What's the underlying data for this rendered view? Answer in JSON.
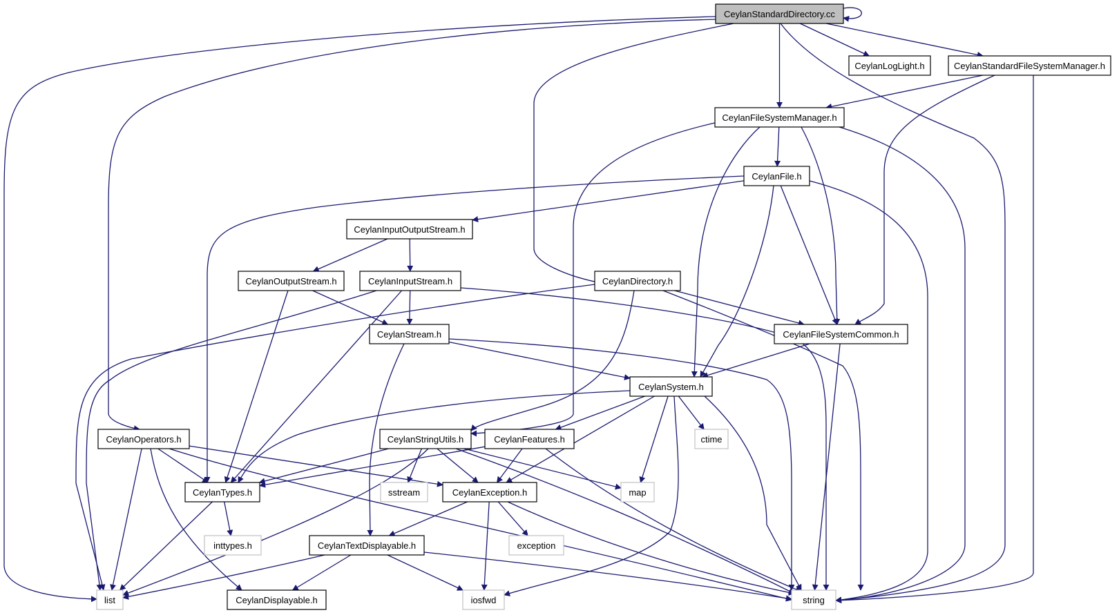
{
  "colors": {
    "edge": "#191970",
    "node_border": "#000000",
    "system_header_border": "#c0c0c0",
    "root_fill": "#bfbfbf",
    "background": "#ffffff"
  },
  "nodes": [
    {
      "id": "root",
      "label": "CeylanStandardDirectory.cc",
      "kind": "root"
    },
    {
      "id": "loglight",
      "label": "CeylanLogLight.h",
      "kind": "project"
    },
    {
      "id": "sfsm",
      "label": "CeylanStandardFileSystemManager.h",
      "kind": "project"
    },
    {
      "id": "fsm",
      "label": "CeylanFileSystemManager.h",
      "kind": "project"
    },
    {
      "id": "file",
      "label": "CeylanFile.h",
      "kind": "project"
    },
    {
      "id": "ios",
      "label": "CeylanInputOutputStream.h",
      "kind": "project"
    },
    {
      "id": "ostream",
      "label": "CeylanOutputStream.h",
      "kind": "project"
    },
    {
      "id": "istream",
      "label": "CeylanInputStream.h",
      "kind": "project"
    },
    {
      "id": "dir",
      "label": "CeylanDirectory.h",
      "kind": "project"
    },
    {
      "id": "stream",
      "label": "CeylanStream.h",
      "kind": "project"
    },
    {
      "id": "fscommon",
      "label": "CeylanFileSystemCommon.h",
      "kind": "project"
    },
    {
      "id": "system",
      "label": "CeylanSystem.h",
      "kind": "project"
    },
    {
      "id": "ops",
      "label": "CeylanOperators.h",
      "kind": "project"
    },
    {
      "id": "strutils",
      "label": "CeylanStringUtils.h",
      "kind": "project"
    },
    {
      "id": "features",
      "label": "CeylanFeatures.h",
      "kind": "project"
    },
    {
      "id": "ctime",
      "label": "ctime",
      "kind": "system"
    },
    {
      "id": "types",
      "label": "CeylanTypes.h",
      "kind": "project"
    },
    {
      "id": "sstream",
      "label": "sstream",
      "kind": "system"
    },
    {
      "id": "exception_h",
      "label": "CeylanException.h",
      "kind": "project"
    },
    {
      "id": "map",
      "label": "map",
      "kind": "system"
    },
    {
      "id": "inttypes",
      "label": "inttypes.h",
      "kind": "system"
    },
    {
      "id": "textdisp",
      "label": "CeylanTextDisplayable.h",
      "kind": "project"
    },
    {
      "id": "exception",
      "label": "exception",
      "kind": "system"
    },
    {
      "id": "list",
      "label": "list",
      "kind": "system"
    },
    {
      "id": "displayable",
      "label": "CeylanDisplayable.h",
      "kind": "project"
    },
    {
      "id": "iosfwd",
      "label": "iosfwd",
      "kind": "system"
    },
    {
      "id": "string",
      "label": "string",
      "kind": "system"
    }
  ],
  "edges": [
    [
      "root",
      "root"
    ],
    [
      "root",
      "loglight"
    ],
    [
      "root",
      "sfsm"
    ],
    [
      "root",
      "fsm"
    ],
    [
      "root",
      "dir"
    ],
    [
      "root",
      "ops"
    ],
    [
      "root",
      "list"
    ],
    [
      "root",
      "string"
    ],
    [
      "sfsm",
      "fsm"
    ],
    [
      "sfsm",
      "fscommon"
    ],
    [
      "sfsm",
      "string"
    ],
    [
      "fsm",
      "file"
    ],
    [
      "fsm",
      "fscommon"
    ],
    [
      "fsm",
      "system"
    ],
    [
      "fsm",
      "strutils"
    ],
    [
      "fsm",
      "string"
    ],
    [
      "file",
      "ios"
    ],
    [
      "file",
      "types"
    ],
    [
      "file",
      "fscommon"
    ],
    [
      "file",
      "system"
    ],
    [
      "file",
      "string"
    ],
    [
      "ios",
      "ostream"
    ],
    [
      "ios",
      "istream"
    ],
    [
      "ostream",
      "stream"
    ],
    [
      "ostream",
      "types"
    ],
    [
      "istream",
      "stream"
    ],
    [
      "istream",
      "types"
    ],
    [
      "istream",
      "list"
    ],
    [
      "istream",
      "string"
    ],
    [
      "dir",
      "fscommon"
    ],
    [
      "dir",
      "strutils"
    ],
    [
      "dir",
      "list"
    ],
    [
      "dir",
      "string"
    ],
    [
      "stream",
      "system"
    ],
    [
      "stream",
      "textdisp"
    ],
    [
      "stream",
      "string"
    ],
    [
      "fscommon",
      "system"
    ],
    [
      "fscommon",
      "string"
    ],
    [
      "system",
      "features"
    ],
    [
      "system",
      "types"
    ],
    [
      "system",
      "exception_h"
    ],
    [
      "system",
      "ctime"
    ],
    [
      "system",
      "map"
    ],
    [
      "system",
      "iosfwd"
    ],
    [
      "system",
      "string"
    ],
    [
      "ops",
      "types"
    ],
    [
      "ops",
      "exception_h"
    ],
    [
      "ops",
      "list"
    ],
    [
      "ops",
      "displayable"
    ],
    [
      "ops",
      "string"
    ],
    [
      "strutils",
      "types"
    ],
    [
      "strutils",
      "exception_h"
    ],
    [
      "strutils",
      "sstream"
    ],
    [
      "strutils",
      "map"
    ],
    [
      "strutils",
      "list"
    ],
    [
      "strutils",
      "string"
    ],
    [
      "features",
      "types"
    ],
    [
      "features",
      "exception_h"
    ],
    [
      "features",
      "string"
    ],
    [
      "types",
      "inttypes"
    ],
    [
      "types",
      "list"
    ],
    [
      "exception_h",
      "textdisp"
    ],
    [
      "exception_h",
      "exception"
    ],
    [
      "exception_h",
      "iosfwd"
    ],
    [
      "exception_h",
      "string"
    ],
    [
      "textdisp",
      "displayable"
    ],
    [
      "textdisp",
      "list"
    ],
    [
      "textdisp",
      "iosfwd"
    ],
    [
      "textdisp",
      "string"
    ]
  ]
}
